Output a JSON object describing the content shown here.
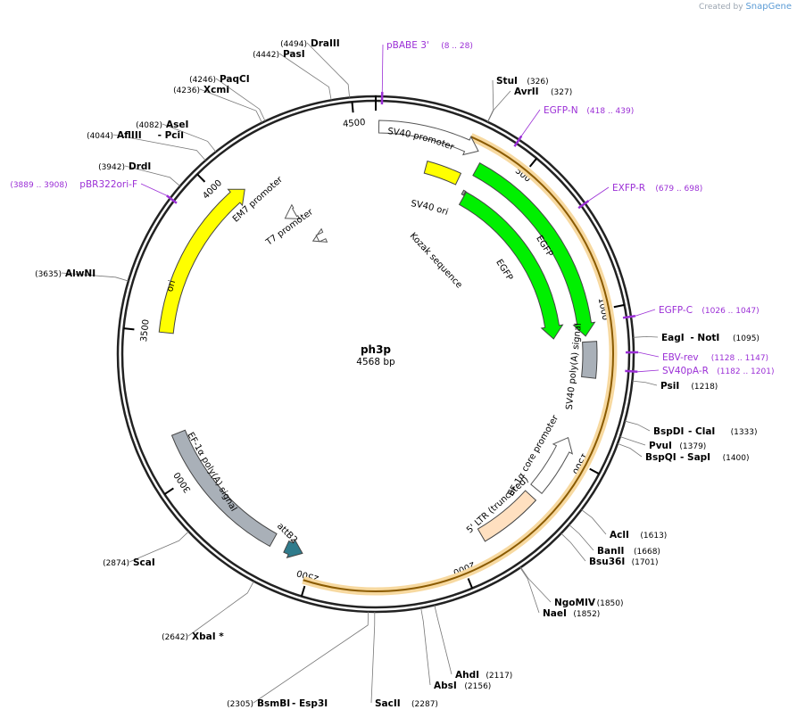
{
  "brand": {
    "created_by": "Created by",
    "product": "SnapGene"
  },
  "plasmid": {
    "name": "ph3p",
    "length_label": "4568 bp",
    "total_bp": 4568
  },
  "ticks": [
    {
      "bp": 500,
      "label": "500"
    },
    {
      "bp": 1000,
      "label": "1000"
    },
    {
      "bp": 1500,
      "label": "1500"
    },
    {
      "bp": 2000,
      "label": "2000"
    },
    {
      "bp": 2500,
      "label": "2500"
    },
    {
      "bp": 3000,
      "label": "3000"
    },
    {
      "bp": 3500,
      "label": "3500"
    },
    {
      "bp": 4000,
      "label": "4000"
    },
    {
      "bp": 4500,
      "label": "4500"
    }
  ],
  "enzymes": [
    {
      "name": "StuI",
      "pos": "(326)",
      "bp": 326
    },
    {
      "name": "AvrII",
      "pos": "(327)",
      "bp": 327
    },
    {
      "name": "EagI",
      "suffix": "- NotI",
      "pos": "(1095)",
      "bp": 1095
    },
    {
      "name": "PsiI",
      "pos": "(1218)",
      "bp": 1218
    },
    {
      "name": "BspDI",
      "suffix": "- ClaI",
      "pos": "(1333)",
      "bp": 1333
    },
    {
      "name": "PvuI",
      "pos": "(1379)",
      "bp": 1379
    },
    {
      "name": "BspQI",
      "suffix": "- SapI",
      "pos": "(1400)",
      "bp": 1400
    },
    {
      "name": "AclI",
      "pos": "(1613)",
      "bp": 1613
    },
    {
      "name": "BanII",
      "pos": "(1668)",
      "bp": 1668
    },
    {
      "name": "Bsu36I",
      "pos": "(1701)",
      "bp": 1701
    },
    {
      "name": "NgoMIV",
      "pos": "(1850)",
      "bp": 1850
    },
    {
      "name": "NaeI",
      "pos": "(1852)",
      "bp": 1852
    },
    {
      "name": "AhdI",
      "pos": "(2117)",
      "bp": 2117
    },
    {
      "name": "AbsI",
      "pos": "(2156)",
      "bp": 2156
    },
    {
      "name": "SacII",
      "pos": "(2287)",
      "bp": 2287
    },
    {
      "name": "BsmBI",
      "suffix": "- Esp3I",
      "pos": "(2305)",
      "bp": 2305
    },
    {
      "name": "XbaI *",
      "pos": "(2642)",
      "bp": 2642
    },
    {
      "name": "ScaI",
      "pos": "(2874)",
      "bp": 2874
    },
    {
      "name": "AlwNI",
      "pos": "(3635)",
      "bp": 3635
    },
    {
      "name": "DrdI",
      "pos": "(3942)",
      "bp": 3942
    },
    {
      "name": "AflIII",
      "suffix": "- PciI",
      "pos": "(4044)",
      "bp": 4044
    },
    {
      "name": "AseI",
      "pos": "(4082)",
      "bp": 4082
    },
    {
      "name": "XcmI",
      "pos": "(4236)",
      "bp": 4236
    },
    {
      "name": "PaqCI",
      "pos": "(4246)",
      "bp": 4246
    },
    {
      "name": "PasI",
      "pos": "(4442)",
      "bp": 4442
    },
    {
      "name": "DraIII",
      "pos": "(4494)",
      "bp": 4494
    }
  ],
  "primers": [
    {
      "name": "pBABE 3'",
      "pos": "(8 .. 28)",
      "bp": 18
    },
    {
      "name": "EGFP-N",
      "pos": "(418 .. 439)",
      "bp": 428
    },
    {
      "name": "EXFP-R",
      "pos": "(679 .. 698)",
      "bp": 688
    },
    {
      "name": "EGFP-C",
      "pos": "(1026 .. 1047)",
      "bp": 1036
    },
    {
      "name": "EBV-rev",
      "pos": "(1128 .. 1147)",
      "bp": 1137
    },
    {
      "name": "SV40pA-R",
      "pos": "(1182 .. 1201)",
      "bp": 1191
    },
    {
      "name": "pBR322ori-F",
      "pos": "(3889 .. 3908)",
      "bp": 3898
    }
  ],
  "features": [
    {
      "name": "SV40 promoter",
      "start": 10,
      "end": 340,
      "color": "#ffffff",
      "kind": "promoter"
    },
    {
      "name": "SV40 ori",
      "start": 190,
      "end": 320,
      "color": "#ffff00",
      "kind": "box"
    },
    {
      "name": "Kozak sequence",
      "start": 358,
      "end": 367,
      "color": "#a0a0a0",
      "kind": "box"
    },
    {
      "name": "EGFP",
      "start": 362,
      "end": 1080,
      "color": "#00f000",
      "kind": "arrow"
    },
    {
      "name": "EGFP",
      "start": 370,
      "end": 1080,
      "color": "#00f000",
      "kind": "arrow"
    },
    {
      "name": "SV40 poly(A) signal",
      "start": 1100,
      "end": 1222,
      "color": "#a9b0b8",
      "kind": "box"
    },
    {
      "name": "EF-1α core promoter",
      "start": 1440,
      "end": 1650,
      "color": "#ffffff",
      "kind": "promoter"
    },
    {
      "name": "5' LTR (truncated)",
      "start": 1680,
      "end": 1900,
      "color": "#ffe0c0",
      "kind": "box"
    },
    {
      "name": "attB2",
      "start": 2540,
      "end": 2600,
      "color": "#2f7b8c",
      "kind": "arrow"
    },
    {
      "name": "EF-1α poly(A) signal",
      "start": 2650,
      "end": 3150,
      "color": "#a9b0b8",
      "kind": "box"
    },
    {
      "name": "ori",
      "start": 3500,
      "end": 4080,
      "color": "#ffff00",
      "kind": "arrow"
    },
    {
      "name": "EM7 promoter",
      "start": 4140,
      "end": 4190,
      "color": "#ffffff",
      "kind": "promoter"
    },
    {
      "name": "T7 promoter",
      "start": 4200,
      "end": 4230,
      "color": "#ffffff",
      "kind": "promoter"
    }
  ],
  "orf": {
    "start": 300,
    "end": 2510,
    "color": "#f0a030"
  }
}
